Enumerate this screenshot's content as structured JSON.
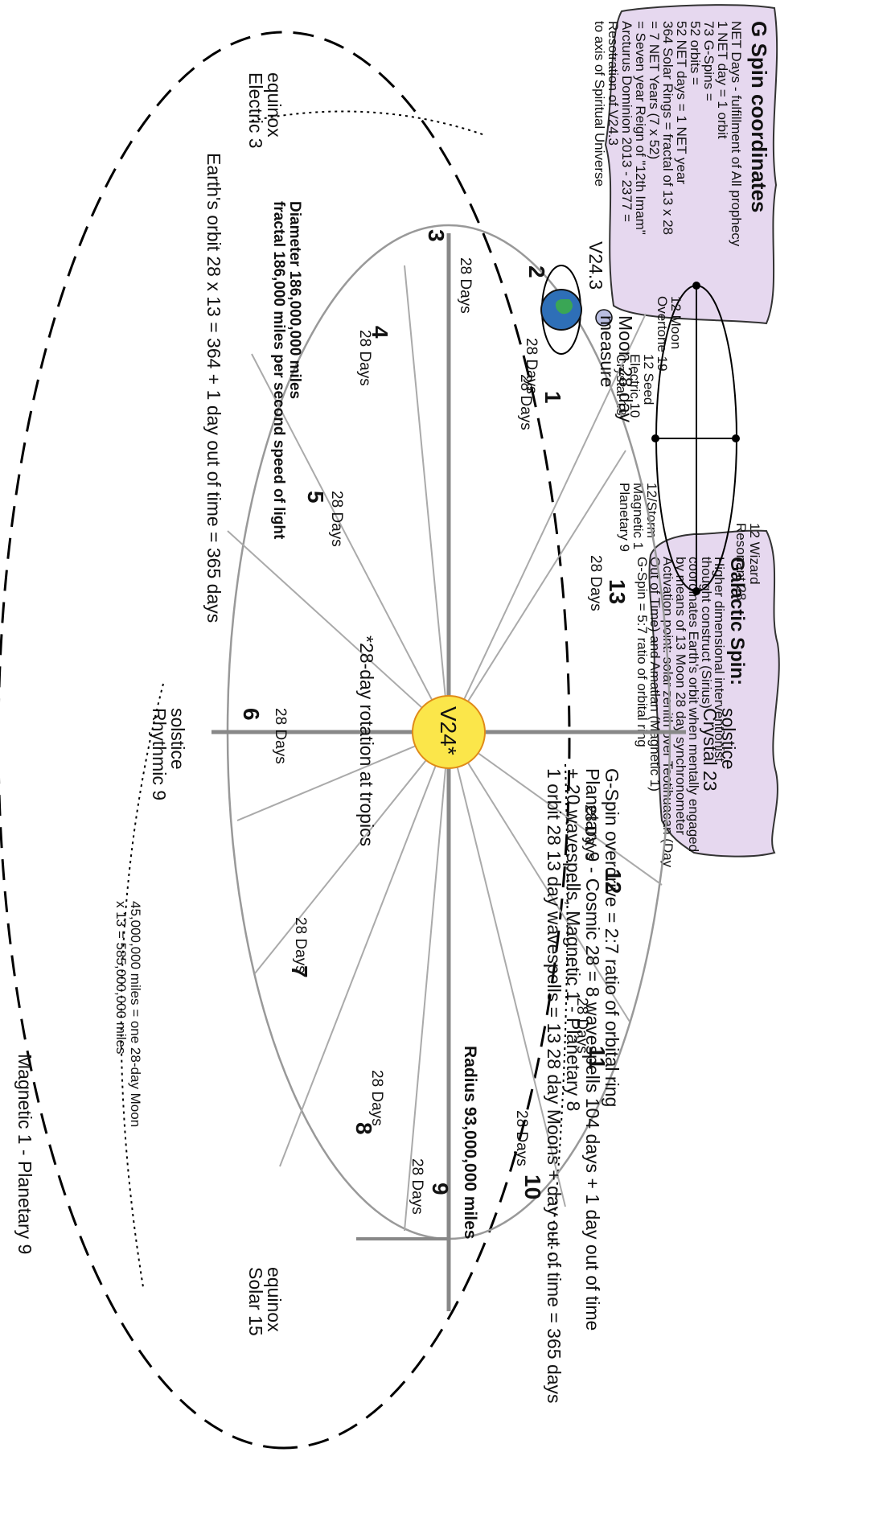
{
  "g_spin": {
    "title": "G Spin coordinates",
    "lines": [
      "NET Days - fulfillment of All prophecy",
      "1 NET day = 1 orbit",
      "73 G-Spins =",
      "52 orbits =",
      "52 NET days = 1 NET year",
      "364 Solar Rings = fractal of 13 x 28",
      "= 7 NET Years (7 x 52)",
      "= Seven year Reign of \"12th Imam\"",
      "Arcturus Dominion 2013 - 2377 =",
      "Resotration of V24.3",
      "to axis of Spiritual Universe"
    ]
  },
  "galactic_spin": {
    "title": "Galactic Spin:",
    "lines": [
      "Higher dimensional interventionist",
      "thought construct (Sirius)",
      "coordinates Earth's orbit when mentally engaged",
      "by means of 13 Moon 28 day synchronometer",
      "Activation point: solar zenith over Teotihuacan (Day",
      "Out of Time) and Amatlan (Magnetic 1)",
      "G-Spin = 5:7 ratio of orbital ring"
    ]
  },
  "moon_ring": {
    "top": [
      "12 Moon",
      "Overtone 19"
    ],
    "left": [
      "12 Seed",
      "Electric 10",
      "Crystal 18"
    ],
    "right": [
      "12 Wizard",
      "Resonant 28"
    ],
    "center": [
      "12/Storm",
      "Magnetic 1",
      "Planetary 9"
    ]
  },
  "equinox_left": [
    "equinox",
    "Electric 3"
  ],
  "equinox_right": [
    "equinox",
    "Solar 15"
  ],
  "solstice_top": [
    "solstice",
    "Crystal 23"
  ],
  "solstice_bottom": [
    "solstice",
    "Rhythmic 9"
  ],
  "sun_label": "V24*",
  "earth_label": "V24.3",
  "moon_measure": [
    "Moon 28 day",
    "measure"
  ],
  "diameter": [
    "Diameter 186,000,000 miles",
    "fractal 186,000 miles per second speed of light"
  ],
  "radius": "Radius 93,000,000 miles",
  "rotation_note": "*28-day rotation at tropics",
  "earth_orbit_note": "Earth's orbit 28 x 13 = 364 + 1 day out of time = 365 days",
  "moon_miles": [
    "45,000,000 miles = one 28-day Moon",
    "x 13 = 585,000,000 miles"
  ],
  "magnetic_outer": "Magnetic 1 - Planetary 9",
  "overdrive_lines": [
    "G-Spin overdrive = 2:7 ratio of orbital ring",
    "Planetary 9 - Cosmic 28 = 8 wavespells 104 days + 1 day out of time",
    "+ 20 wavespells, Magnetic 1 - Planetary 8",
    "1 orbit 28 13 day wavespells = 13 28 day Moons + day out of time = 365 days"
  ],
  "moons": [
    {
      "n": "1",
      "d": "28 Days"
    },
    {
      "n": "2",
      "d": "28 Days"
    },
    {
      "n": "3",
      "d": "28 Days"
    },
    {
      "n": "4",
      "d": "28 Days"
    },
    {
      "n": "5",
      "d": "28 Days"
    },
    {
      "n": "6",
      "d": "28 Days"
    },
    {
      "n": "7",
      "d": "28 Days"
    },
    {
      "n": "8",
      "d": "28 Days"
    },
    {
      "n": "9",
      "d": "28 Days"
    },
    {
      "n": "10",
      "d": "28 Days"
    },
    {
      "n": "11",
      "d": "28 Days"
    },
    {
      "n": "12",
      "d": "28 Days"
    },
    {
      "n": "13",
      "d": "28 Days"
    }
  ],
  "colors": {
    "sun": "#fbe64a",
    "sun_stroke": "#e08a18",
    "earth": "#2e6fb7",
    "land": "#3aa655",
    "cloud": "#e6d8ef",
    "cloud_stroke": "#333333",
    "line": "#999999"
  }
}
